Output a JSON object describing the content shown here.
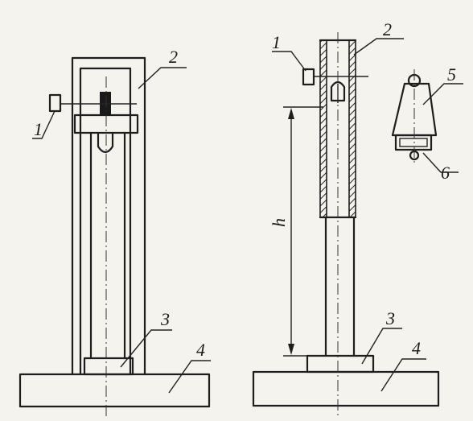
{
  "labels": {
    "left_1": "1",
    "left_2": "2",
    "left_3": "3",
    "left_4": "4",
    "right_1": "1",
    "right_2": "2",
    "right_3": "3",
    "right_4": "4",
    "right_5": "5",
    "right_6": "6",
    "dimension_h": "h"
  },
  "colors": {
    "paper": "#f4f3ee",
    "ink": "#1e1e1e"
  }
}
